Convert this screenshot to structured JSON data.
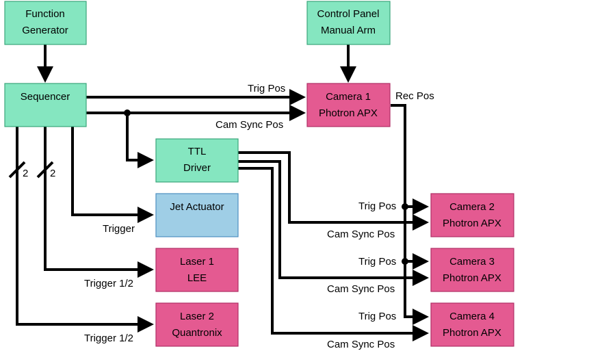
{
  "colors": {
    "green": "#85e6c0",
    "green_stroke": "#3aa57a",
    "pink": "#e45a91",
    "pink_stroke": "#b03066",
    "blue": "#9fcee6",
    "blue_stroke": "#4d8fc0"
  },
  "boxes": {
    "function_generator": [
      "Function",
      "Generator"
    ],
    "control_panel": [
      "Control Panel",
      "Manual Arm"
    ],
    "sequencer": [
      "Sequencer"
    ],
    "camera1": [
      "Camera 1",
      "Photron APX"
    ],
    "ttl_driver": [
      "TTL",
      "Driver"
    ],
    "jet_actuator": [
      "Jet Actuator"
    ],
    "laser1": [
      "Laser 1",
      "LEE"
    ],
    "laser2": [
      "Laser 2",
      "Quantronix"
    ],
    "camera2": [
      "Camera 2",
      "Photron APX"
    ],
    "camera3": [
      "Camera 3",
      "Photron APX"
    ],
    "camera4": [
      "Camera 4",
      "Photron APX"
    ]
  },
  "labels": {
    "trig_pos_cam1": "Trig Pos",
    "cam_sync_pos_cam1": "Cam Sync Pos",
    "rec_pos": "Rec Pos",
    "trig_pos_cam2": "Trig Pos",
    "cam_sync_pos_cam2": "Cam Sync Pos",
    "trig_pos_cam3": "Trig Pos",
    "cam_sync_pos_cam3": "Cam Sync Pos",
    "trig_pos_cam4": "Trig Pos",
    "cam_sync_pos_cam4": "Cam Sync Pos",
    "trigger_jet": "Trigger",
    "trigger_laser1": "Trigger 1/2",
    "trigger_laser2": "Trigger 1/2",
    "bus_width_1": "2",
    "bus_width_2": "2"
  }
}
